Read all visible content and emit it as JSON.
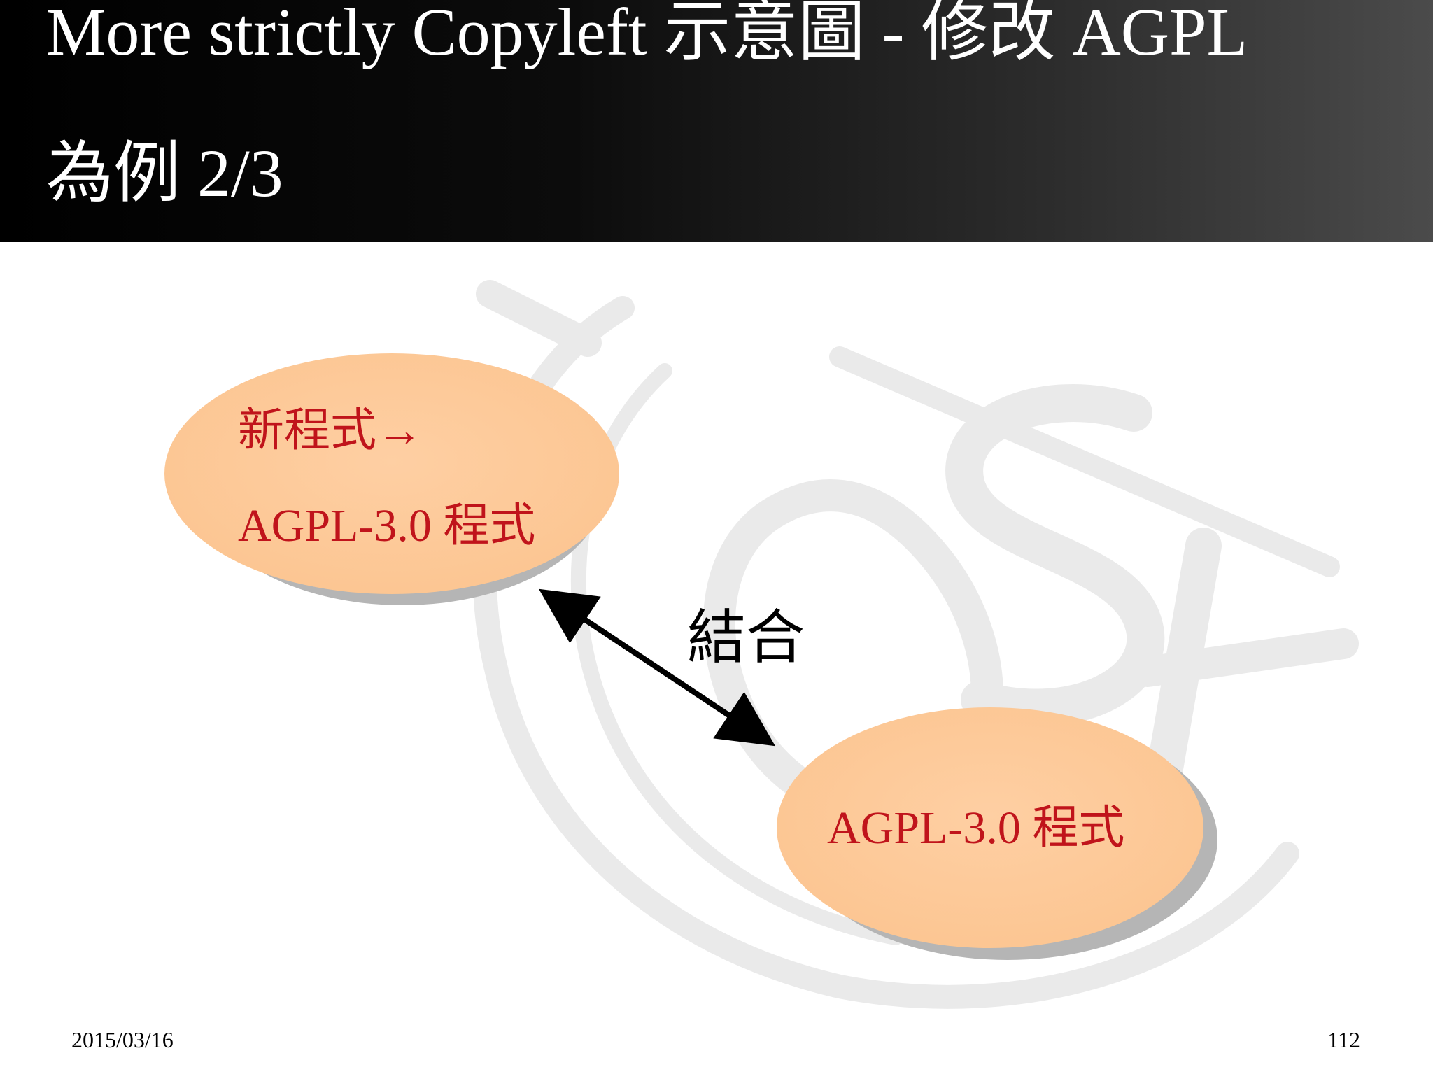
{
  "slide": {
    "title_line_1": "More strictly Copyleft 示意圖 - 修改 AGPL",
    "title_line_2": "為例   2/3"
  },
  "diagram": {
    "new_program": {
      "line_1": "新程式→",
      "line_2": "AGPL-3.0 程式"
    },
    "existing_program": {
      "line_1": "AGPL-3.0 程式"
    },
    "connector_label": "結合",
    "connector_type": "double-headed-arrow"
  },
  "footer": {
    "date": "2015/03/16",
    "page_number": "112"
  },
  "colors": {
    "title_bar_start": "#000000",
    "title_bar_end": "#4b4b4b",
    "title_text": "#ffffff",
    "ellipse_fill": "#fdc998",
    "ellipse_shadow": "#b3b3b3",
    "ellipse_text": "#c0141b",
    "arrow": "#000000",
    "watermark": "#e9e9e9"
  }
}
